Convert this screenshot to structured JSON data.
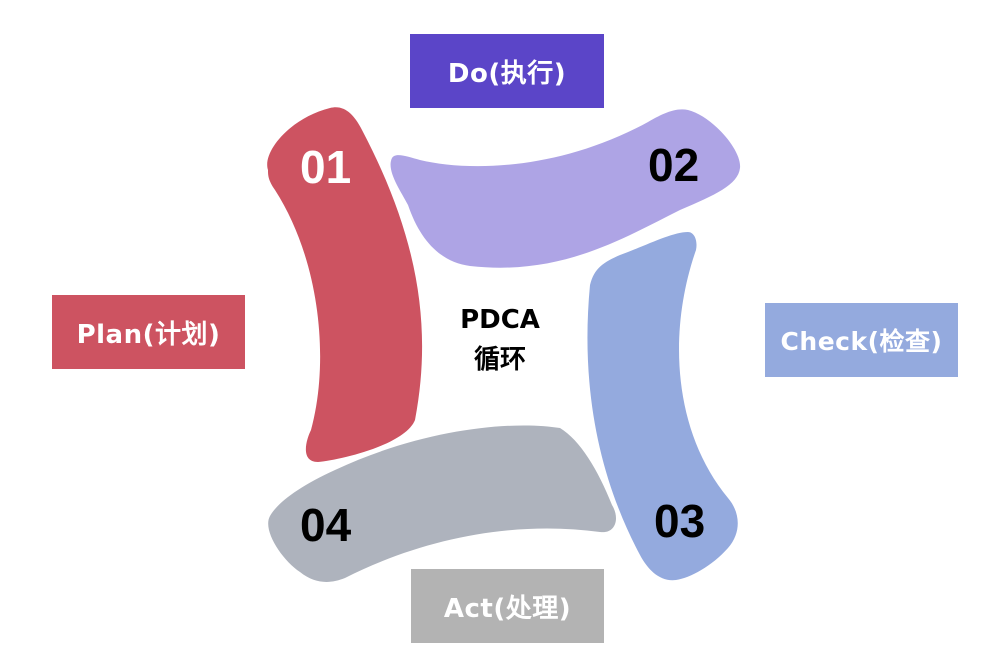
{
  "center": {
    "line1": "PDCA",
    "line2": "循环"
  },
  "stages": [
    {
      "label": "Plan(计划)",
      "number": "01",
      "color": "#cd5361"
    },
    {
      "label": "Do(执行)",
      "number": "02",
      "color": "#aea4e5"
    },
    {
      "label": "Check(检查)",
      "number": "03",
      "color": "#94aade"
    },
    {
      "label": "Act(处理)",
      "number": "04",
      "color": "#aeb3bd"
    }
  ],
  "boxes": {
    "plan": {
      "label": "Plan(计划)",
      "color": "#cd5361"
    },
    "do": {
      "label": "Do(执行)",
      "color": "#5b45c8"
    },
    "check": {
      "label": "Check(检查)",
      "color": "#94aade"
    },
    "act": {
      "label": "Act(处理)",
      "color": "#b3b3b3"
    }
  }
}
